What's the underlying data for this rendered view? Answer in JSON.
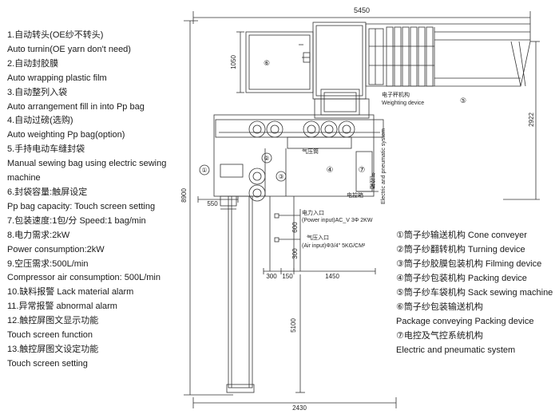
{
  "specs": [
    "1.自动转头(OE纱不转头)",
    "Auto turnin(OE yarn don't need)",
    "2.自动封胶膜",
    "Auto wrapping plastic film",
    "3.自动整列入袋",
    "Auto arrangement fill in into Pp bag",
    "4.自动过磅(选购)",
    "Auto weighting Pp bag(option)",
    "5.手持电动车缝封袋",
    "Manual sewing bag using electric sewing",
    "machine",
    "6.封袋容量:触屏设定",
    "Pp bag capacity: Touch screen setting",
    "7.包装速度:1包/分 Speed:1 bag/min",
    "8.电力需求:2kW",
    "Power consumption:2kW",
    "9.空压需求:500L/min",
    "Compressor air consumption: 500L/min",
    "10.缺料报警 Lack material alarm",
    "11.异常报警 abnormal alarm",
    "12.触控屏图文显示功能",
    "Touch screen function",
    "13.触控屏图文设定功能",
    "Touch screen setting"
  ],
  "legend": [
    "①筒子纱输送机构 Cone conveyer",
    "②筒子纱翻转机构 Turning device",
    "③筒子纱胶膜包装机构 Filming device",
    "④筒子纱包装机构 Packing device",
    "⑤筒子纱车袋机构 Sack sewing machine",
    "⑥筒子纱包装输送机构",
    "Package conveying Packing device",
    "⑦电控及气控系统机构",
    "Electric and pneumatic system"
  ],
  "drawing": {
    "dim_5450": "5450",
    "dim_1050": "1050",
    "dim_2922": "2922",
    "dim_8900": "8900",
    "dim_550": "550",
    "dim_600": "600",
    "dim_300_v": "300",
    "dim_300_h": "300",
    "dim_150": "150",
    "dim_1450": "1450",
    "dim_5100": "5100",
    "dim_2430": "2430",
    "label_6": "⑥",
    "label_5": "⑤",
    "label_4": "④",
    "label_7": "⑦",
    "label_1": "①",
    "label_2": "②",
    "label_3": "③",
    "weigh_cn": "电子秤机构",
    "weigh_en": "Weighting device",
    "cylinder_cn": "气压筒",
    "valve_cn": "气控箱",
    "ctrl_cn": "电控箱",
    "sys_vertical": "Electric and pneumatic system",
    "power_cn": "电力入口",
    "power_en": "(Power input)AC_V 3Φ 2KW",
    "air_cn": "气压入口",
    "air_en": "(Air input)Φ3/4\"  5KG/CM²"
  }
}
